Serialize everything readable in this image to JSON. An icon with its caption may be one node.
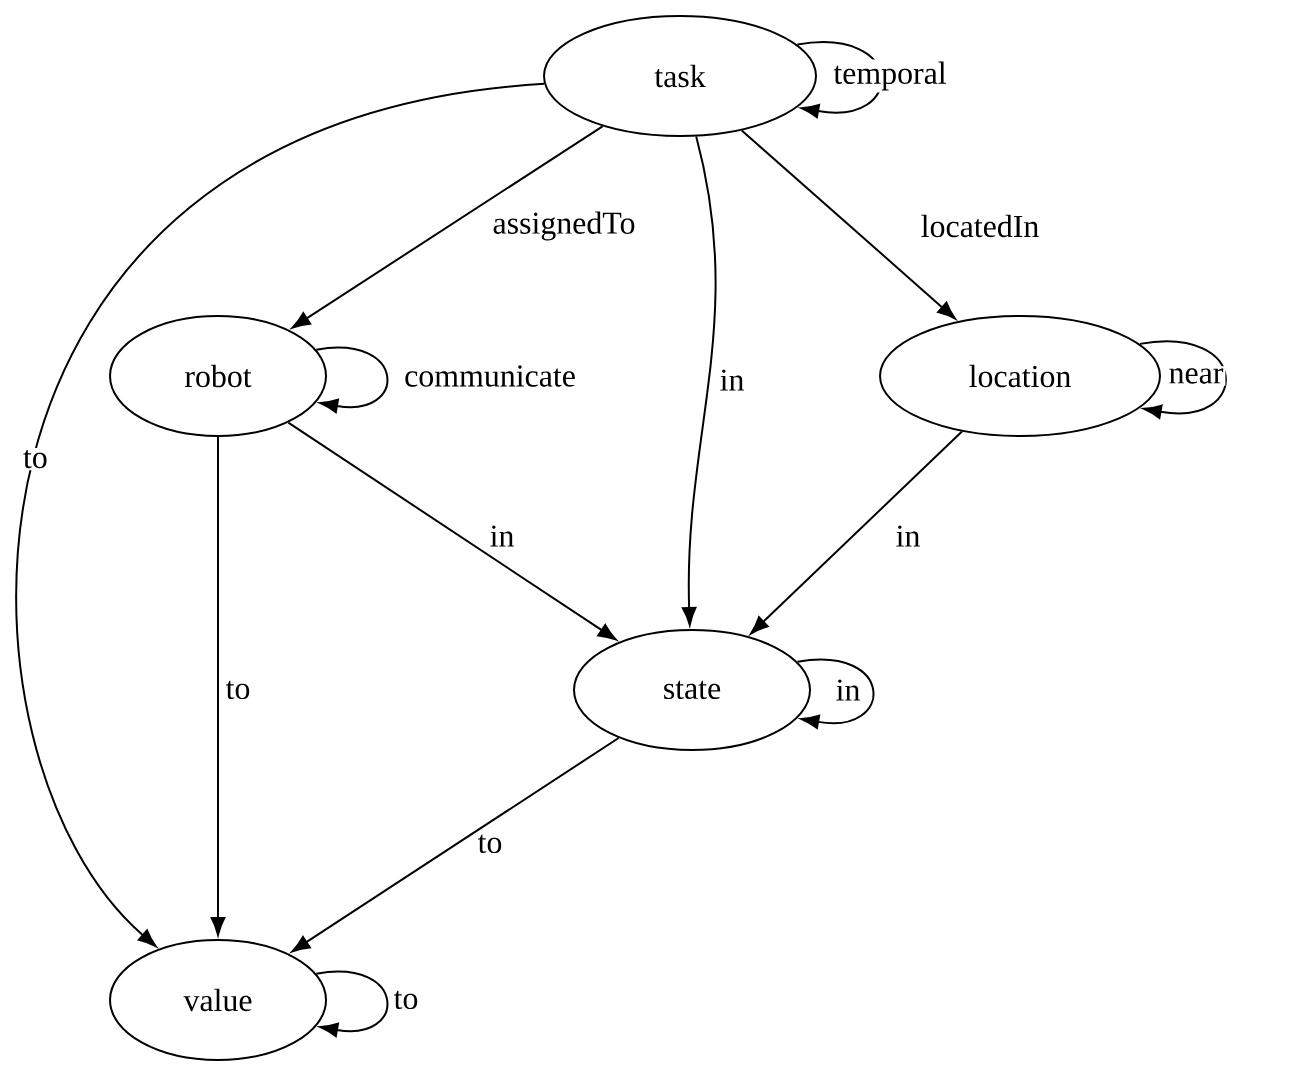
{
  "diagram": {
    "nodes": [
      {
        "text": [
          "task"
        ]
      },
      {
        "text": [
          "robot"
        ]
      },
      {
        "text": [
          "location"
        ]
      },
      {
        "text": [
          "state"
        ]
      },
      {
        "text": [
          "value"
        ]
      }
    ],
    "edges": [
      {
        "from": 0,
        "to": 0,
        "arrow": "to",
        "label": "temporal"
      },
      {
        "from": 0,
        "to": 1,
        "arrow": "to",
        "label": "assignedTo"
      },
      {
        "from": 0,
        "to": 3,
        "arrow": "to",
        "label": "in"
      },
      {
        "from": 0,
        "to": 2,
        "arrow": "to",
        "label": "locatedIn"
      },
      {
        "from": 0,
        "to": 4,
        "arrow": "to",
        "label": "to"
      },
      {
        "from": 1,
        "to": 1,
        "arrow": "to",
        "label": "communicate"
      },
      {
        "from": 1,
        "to": 3,
        "arrow": "to",
        "label": "in"
      },
      {
        "from": 1,
        "to": 4,
        "arrow": "to",
        "label": "to"
      },
      {
        "from": 2,
        "to": 2,
        "arrow": "to",
        "label": "near"
      },
      {
        "from": 2,
        "to": 3,
        "arrow": "to",
        "label": "in"
      },
      {
        "from": 3,
        "to": 3,
        "arrow": "to",
        "label": "in"
      },
      {
        "from": 3,
        "to": 4,
        "arrow": "to",
        "label": "to"
      },
      {
        "from": 4,
        "to": 4,
        "arrow": "to",
        "label": "to"
      }
    ]
  }
}
